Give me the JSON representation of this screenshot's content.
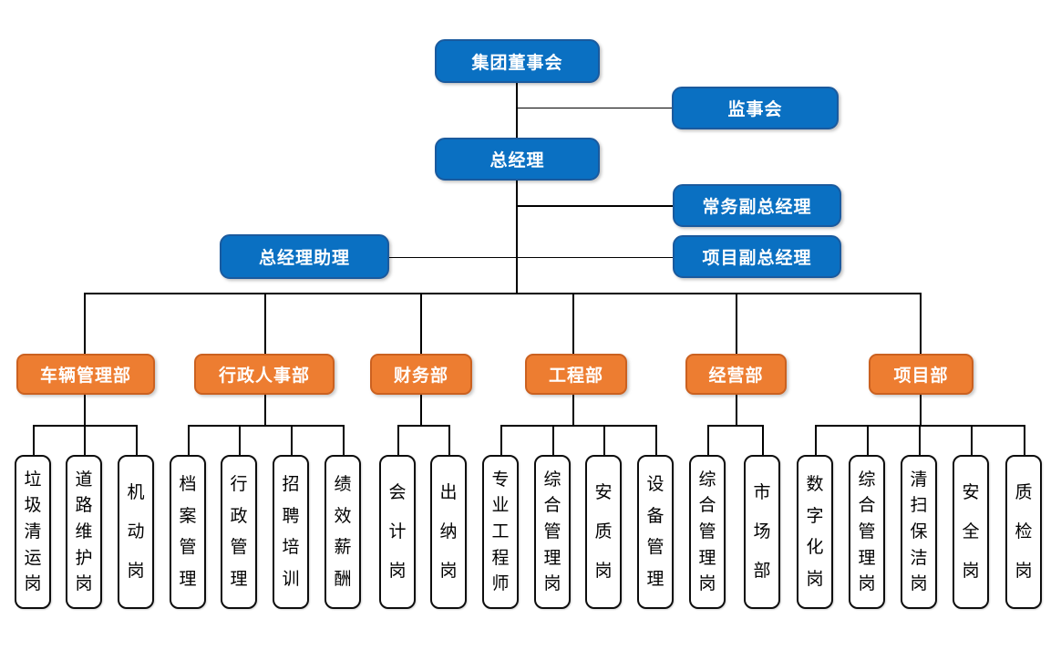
{
  "diagram_type": "organization-chart",
  "colors": {
    "executive_fill": "#0a70c2",
    "executive_border": "#1a5a9e",
    "department_fill": "#ed7d31",
    "department_border": "#cb6120",
    "position_fill": "#ffffff",
    "position_border": "#0d0d0d",
    "connector_line": "#000000",
    "text_on_color": "#ffffff",
    "text_on_white": "#000000"
  },
  "executives": {
    "board": "集团董事会",
    "supervisory_board": "监事会",
    "general_manager": "总经理",
    "executive_deputy_gm": "常务副总经理",
    "gm_assistant": "总经理助理",
    "project_deputy_gm": "项目副总经理"
  },
  "departments": [
    {
      "name": "车辆管理部",
      "positions": [
        "垃圾清运岗",
        "道路维护岗",
        "机动岗"
      ]
    },
    {
      "name": "行政人事部",
      "positions": [
        "档案管理",
        "行政管理",
        "招聘培训",
        "绩效薪酬"
      ]
    },
    {
      "name": "财务部",
      "positions": [
        "会计岗",
        "出纳岗"
      ]
    },
    {
      "name": "工程部",
      "positions": [
        "专业工程师",
        "综合管理岗",
        "安质岗",
        "设备管理"
      ]
    },
    {
      "name": "经营部",
      "positions": [
        "综合管理岗",
        "市场部"
      ]
    },
    {
      "name": "项目部",
      "positions": [
        "数字化岗",
        "综合管理岗",
        "清扫保洁岗",
        "安全岗",
        "质检岗"
      ]
    }
  ]
}
